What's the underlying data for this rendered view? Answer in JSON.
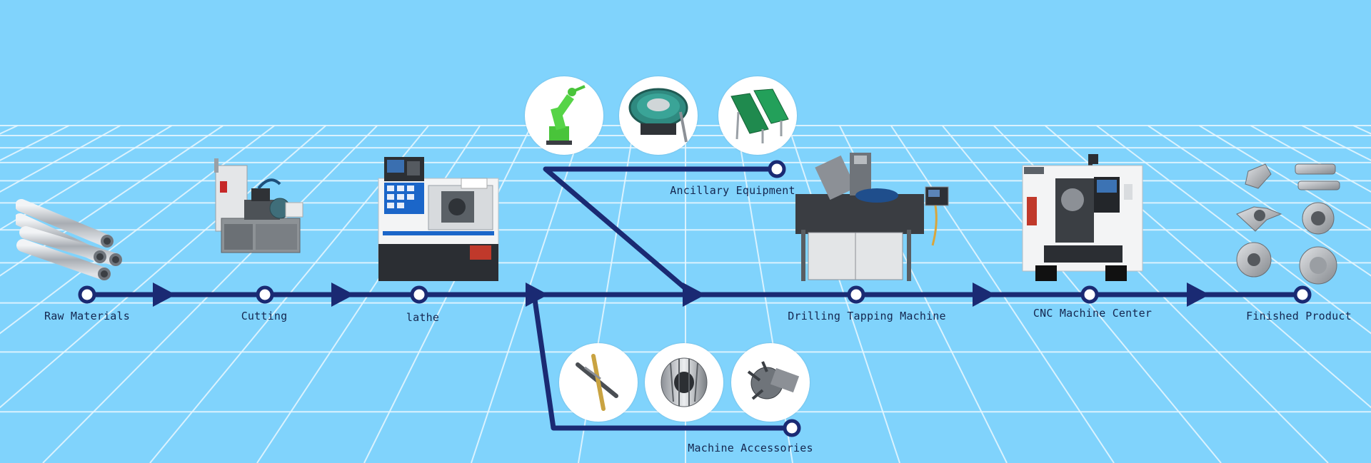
{
  "diagram": {
    "main_stages": [
      {
        "id": "raw",
        "label": "Raw Materials",
        "icon": "steel-pipes-icon"
      },
      {
        "id": "cutting",
        "label": "Cutting",
        "icon": "cutting-machine-icon"
      },
      {
        "id": "lathe",
        "label": "lathe",
        "icon": "cnc-lathe-icon"
      },
      {
        "id": "drilling",
        "label": "Drilling Tapping Machine",
        "icon": "drilling-tapping-machine-icon"
      },
      {
        "id": "cnc",
        "label": "CNC Machine Center",
        "icon": "cnc-machine-center-icon"
      },
      {
        "id": "finished",
        "label": "Finished Product",
        "icon": "finished-parts-icon"
      }
    ],
    "branches": {
      "ancillary": {
        "label": "Ancillary Equipment",
        "items": [
          "industrial-robot-arm-icon",
          "vibratory-bowl-feeder-icon",
          "belt-conveyor-icon"
        ]
      },
      "accessories": {
        "label": "Machine Accessories",
        "items": [
          "tap-drill-bits-icon",
          "collet-chuck-icon",
          "tool-holder-icon"
        ]
      }
    },
    "colors": {
      "background": "#80d3fc",
      "grid": "#eaf8ff",
      "flow_line": "#1a2a73",
      "node_fill": "#ffffff"
    }
  }
}
